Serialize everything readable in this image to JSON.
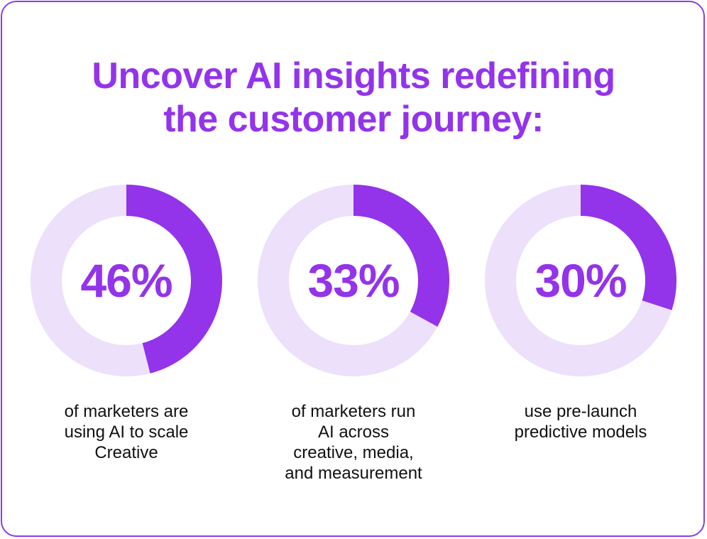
{
  "title_lines": [
    "Uncover AI insights redefining",
    "the customer journey:"
  ],
  "colors": {
    "accent": "#9333ea",
    "track": "#ede0fb",
    "border": "#8b3ee8",
    "text": "#111111"
  },
  "chart_data": {
    "type": "pie",
    "title": "Uncover AI insights redefining the customer journey:",
    "items": [
      {
        "value": 46,
        "label": "46%",
        "description_lines": [
          "of marketers are",
          "using AI to scale",
          "Creative"
        ]
      },
      {
        "value": 33,
        "label": "33%",
        "description_lines": [
          "of marketers run",
          "AI across",
          "creative, media,",
          "and measurement"
        ]
      },
      {
        "value": 30,
        "label": "30%",
        "description_lines": [
          "use pre-launch",
          "predictive models"
        ]
      }
    ]
  }
}
